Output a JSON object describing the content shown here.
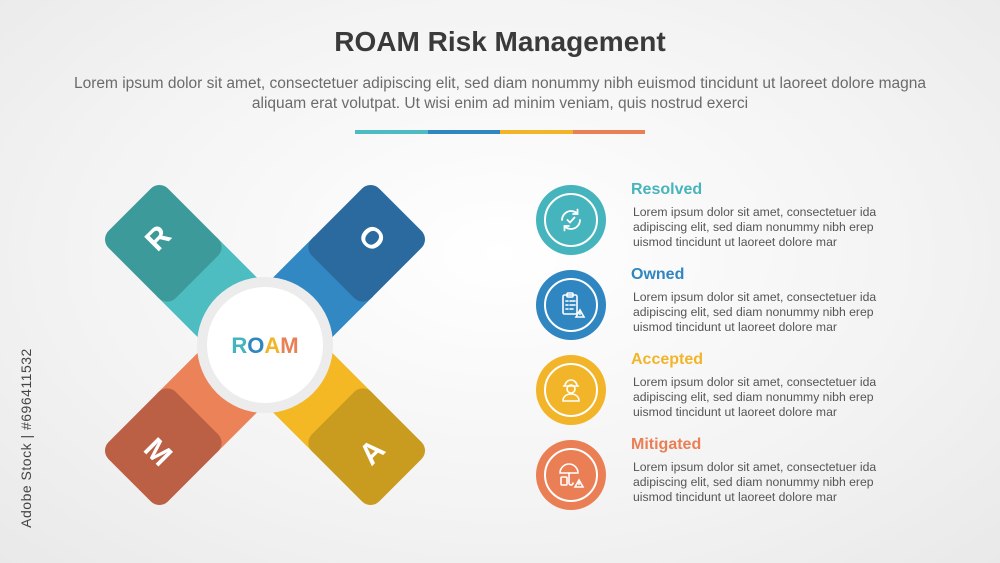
{
  "header": {
    "title": "ROAM Risk Management",
    "subtitle": "Lorem ipsum dolor sit amet, consectetuer adipiscing elit, sed diam nonummy nibh euismod tincidunt ut laoreet dolore magna aliquam erat volutpat. Ut wisi enim ad minim veniam, quis nostrud exerci"
  },
  "divider_colors": [
    "#4bbcc4",
    "#2f86c0",
    "#f2b52a",
    "#ea7f55"
  ],
  "diagram": {
    "center_label": {
      "letters": [
        {
          "char": "R",
          "color": "#46b4bd"
        },
        {
          "char": "O",
          "color": "#2f86c0"
        },
        {
          "char": "A",
          "color": "#f2b52a"
        },
        {
          "char": "M",
          "color": "#ea7f55"
        }
      ]
    },
    "arms": [
      {
        "letter": "R",
        "dark": "#3d9a9a",
        "light": "#4dbdc1"
      },
      {
        "letter": "O",
        "dark": "#2b6a9e",
        "light": "#3188c3"
      },
      {
        "letter": "M",
        "dark": "#bb6044",
        "light": "#ec8258"
      },
      {
        "letter": "A",
        "dark": "#c99b1e",
        "light": "#f3b824"
      }
    ]
  },
  "stages": [
    {
      "title": "Resolved",
      "color": "#46b4bd",
      "icon": "refresh-check-icon",
      "text": [
        "Lorem ipsum dolor sit amet, consectetuer ida",
        "adipiscing elit, sed diam nonummy nibh erep",
        "uismod tincidunt ut laoreet dolore mar"
      ]
    },
    {
      "title": "Owned",
      "color": "#2f86c0",
      "icon": "clipboard-checklist-icon",
      "text": [
        "Lorem ipsum dolor sit amet, consectetuer ida",
        "adipiscing elit, sed diam nonummy nibh erep",
        "uismod tincidunt ut laoreet dolore mar"
      ]
    },
    {
      "title": "Accepted",
      "color": "#f2b52a",
      "icon": "worker-helmet-icon",
      "text": [
        "Lorem ipsum dolor sit amet, consectetuer ida",
        "adipiscing elit, sed diam nonummy nibh erep",
        "uismod tincidunt ut laoreet dolore mar"
      ]
    },
    {
      "title": "Mitigated",
      "color": "#ea7f55",
      "icon": "umbrella-warning-icon",
      "text": [
        "Lorem ipsum dolor sit amet, consectetuer ida",
        "adipiscing elit, sed diam nonummy nibh erep",
        "uismod tincidunt ut laoreet dolore mar"
      ]
    }
  ],
  "watermark": {
    "side_text": "Adobe Stock | #696411532"
  }
}
